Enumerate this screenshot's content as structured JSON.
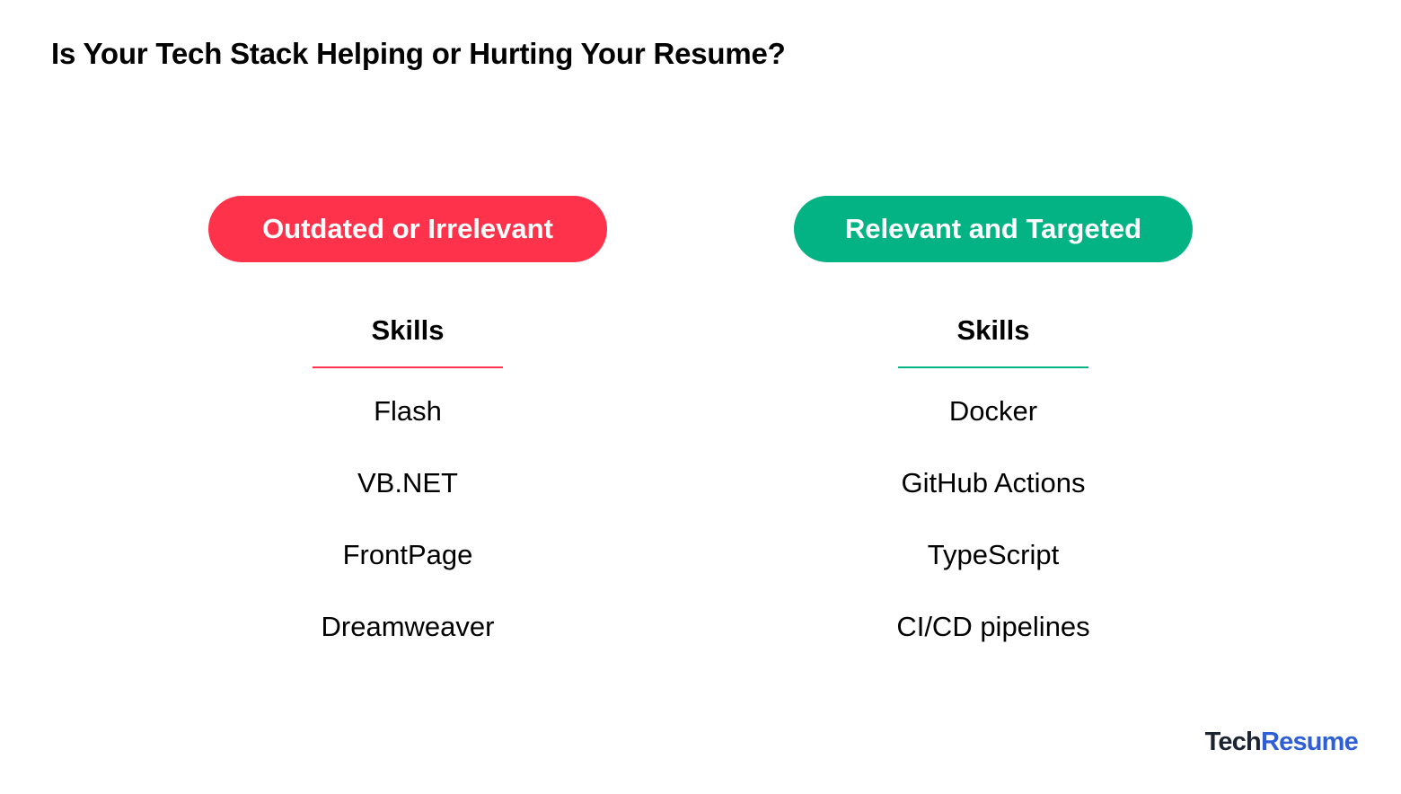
{
  "title": "Is Your Tech Stack Helping or Hurting Your Resume?",
  "columns": [
    {
      "label": "Outdated or Irrelevant",
      "color": "#ff324c",
      "heading": "Skills",
      "skills": [
        "Flash",
        "VB.NET",
        "FrontPage",
        "Dreamweaver"
      ]
    },
    {
      "label": "Relevant and Targeted",
      "color": "#04b384",
      "heading": "Skills",
      "skills": [
        "Docker",
        "GitHub Actions",
        "TypeScript",
        "CI/CD pipelines"
      ]
    }
  ],
  "logo": {
    "part1": "Tech",
    "part2": "Resume",
    "color_part1": "#1c2331",
    "color_part2": "#2e5fd6"
  }
}
